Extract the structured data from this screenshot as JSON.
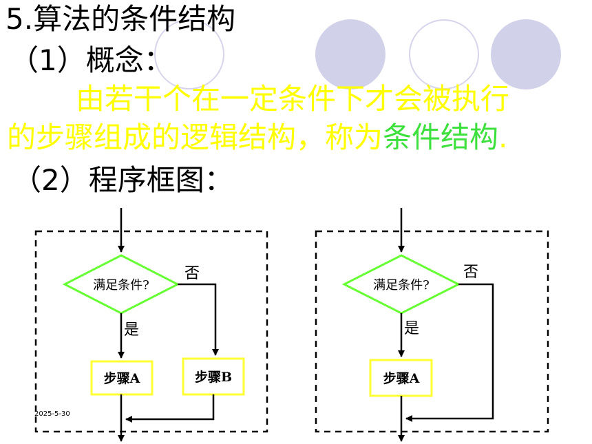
{
  "slide": {
    "title": "5.算法的条件结构",
    "concept_label": "（1）概念：",
    "definition_line1": "由若干个在一定条件下才会被执行",
    "definition_line2_prefix": "的步骤组成的逻辑结构，称为",
    "definition_line2_highlight": "条件结构",
    "definition_line2_suffix": ".",
    "diagram_heading": "（2）程序框图：",
    "date": "2025-5-30"
  },
  "colors": {
    "definition_text": "#ffff00",
    "highlight_text": "#3de03d",
    "decision_border": "#66ff33",
    "process_border": "#ffff33",
    "decor_circle": "#d2d1ea"
  },
  "flowchart_left": {
    "condition": "满足条件?",
    "yes_label": "是",
    "no_label": "否",
    "step_a": "步骤A",
    "step_b": "步骤B"
  },
  "flowchart_right": {
    "condition": "满足条件?",
    "yes_label": "是",
    "no_label": "否",
    "step_a": "步骤A"
  }
}
